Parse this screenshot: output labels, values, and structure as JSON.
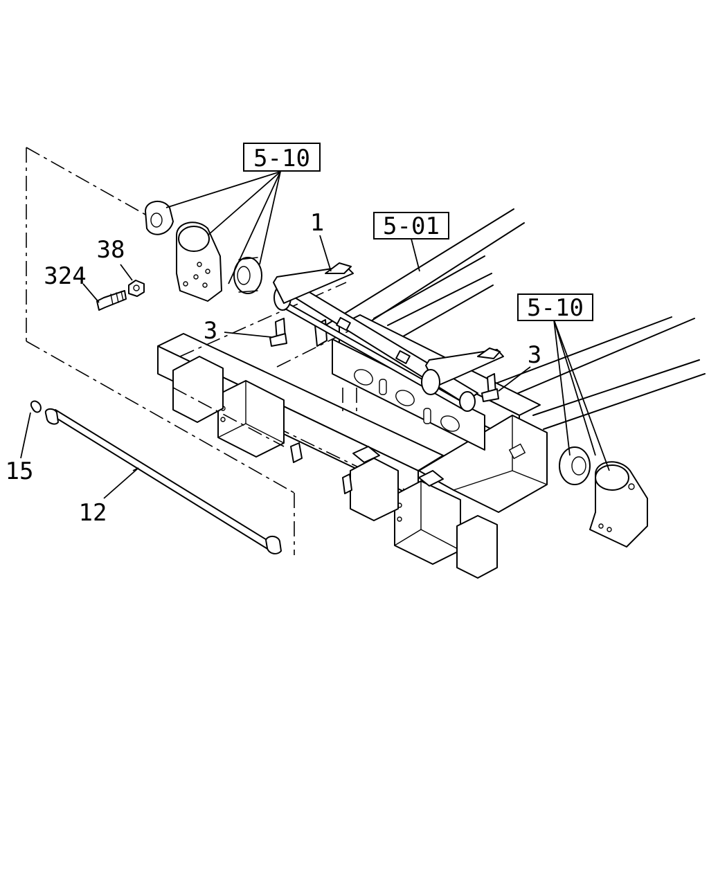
{
  "diagram": {
    "ref_labels": {
      "ref_a": "5-10",
      "ref_b": "5-01",
      "ref_c": "5-10"
    },
    "callouts": {
      "c1": "1",
      "c38": "38",
      "c324": "324",
      "c3_left": "3",
      "c3_right": "3",
      "c15": "15",
      "c12": "12"
    }
  }
}
